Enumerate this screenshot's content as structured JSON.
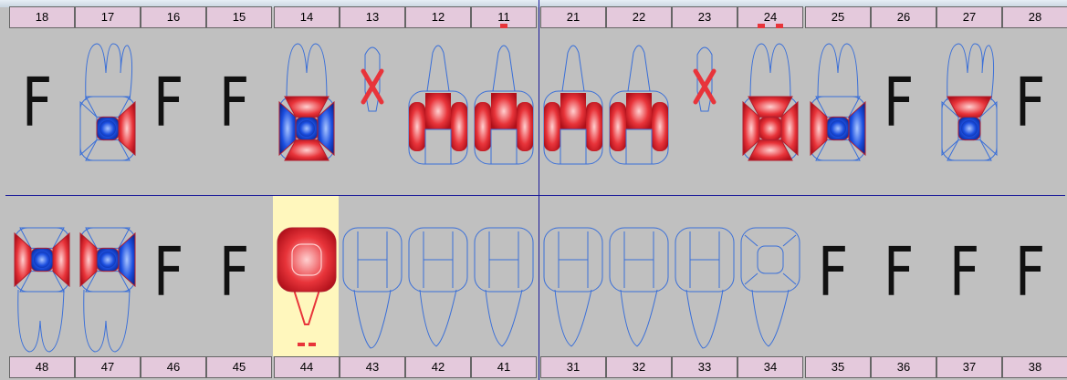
{
  "colors": {
    "filled": "#e8343a",
    "caries": "#1c4fe0",
    "outline": "#3a6fd8",
    "header_bg": "#e4c9dc",
    "highlight": "#fff7bd",
    "divider": "#1a1a9a"
  },
  "selected_tooth": "44",
  "upper": [
    {
      "num": "18",
      "status": "F",
      "icon": "letter-f"
    },
    {
      "num": "17",
      "status": "restoration",
      "icon": "upper-molar-icon",
      "occ": "caries",
      "m": "none",
      "d": "filled"
    },
    {
      "num": "16",
      "status": "F",
      "icon": "letter-f"
    },
    {
      "num": "15",
      "status": "F",
      "icon": "letter-f"
    },
    {
      "num": "14",
      "status": "restoration",
      "icon": "upper-premolar-icon",
      "occ": "caries",
      "m": "caries",
      "d": "caries",
      "top": "filled",
      "bottom": "filled"
    },
    {
      "num": "13",
      "status": "extracted",
      "icon": "extracted-x-icon"
    },
    {
      "num": "12",
      "status": "restoration",
      "icon": "upper-incisor-icon",
      "layout": "incisor-filled"
    },
    {
      "num": "11",
      "status": "restoration",
      "icon": "upper-incisor-icon",
      "layout": "incisor-filled",
      "mark": "single"
    },
    {
      "num": "21",
      "status": "restoration",
      "icon": "upper-incisor-icon",
      "layout": "incisor-filled"
    },
    {
      "num": "22",
      "status": "restoration",
      "icon": "upper-incisor-icon",
      "layout": "incisor-filled"
    },
    {
      "num": "23",
      "status": "extracted",
      "icon": "extracted-x-icon"
    },
    {
      "num": "24",
      "status": "restoration",
      "icon": "upper-premolar-icon",
      "occ": "filled",
      "m": "filled",
      "d": "filled",
      "top": "filled",
      "bottom": "filled",
      "mark": "double"
    },
    {
      "num": "25",
      "status": "restoration",
      "icon": "upper-premolar-icon",
      "occ": "caries",
      "m": "filled",
      "d": "caries"
    },
    {
      "num": "26",
      "status": "F",
      "icon": "letter-f"
    },
    {
      "num": "27",
      "status": "restoration",
      "icon": "upper-molar-icon",
      "occ": "caries",
      "top": "filled"
    },
    {
      "num": "28",
      "status": "F",
      "icon": "letter-f"
    }
  ],
  "lower": [
    {
      "num": "48",
      "status": "restoration",
      "icon": "lower-molar-icon",
      "occ": "caries",
      "m": "filled",
      "d": "filled"
    },
    {
      "num": "47",
      "status": "restoration",
      "icon": "lower-molar-icon",
      "occ": "caries",
      "m": "filled",
      "d": "caries"
    },
    {
      "num": "46",
      "status": "F",
      "icon": "letter-f"
    },
    {
      "num": "45",
      "status": "F",
      "icon": "letter-f"
    },
    {
      "num": "44",
      "status": "crown",
      "icon": "lower-premolar-icon",
      "mark": "double"
    },
    {
      "num": "43",
      "status": "healthy",
      "icon": "lower-canine-icon"
    },
    {
      "num": "42",
      "status": "healthy",
      "icon": "lower-incisor-icon"
    },
    {
      "num": "41",
      "status": "healthy",
      "icon": "lower-incisor-icon"
    },
    {
      "num": "31",
      "status": "healthy",
      "icon": "lower-incisor-icon"
    },
    {
      "num": "32",
      "status": "healthy",
      "icon": "lower-incisor-icon"
    },
    {
      "num": "33",
      "status": "healthy",
      "icon": "lower-canine-icon"
    },
    {
      "num": "34",
      "status": "healthy",
      "icon": "lower-premolar-icon"
    },
    {
      "num": "35",
      "status": "F",
      "icon": "letter-f"
    },
    {
      "num": "36",
      "status": "F",
      "icon": "letter-f"
    },
    {
      "num": "37",
      "status": "F",
      "icon": "letter-f"
    },
    {
      "num": "38",
      "status": "F",
      "icon": "letter-f"
    }
  ]
}
